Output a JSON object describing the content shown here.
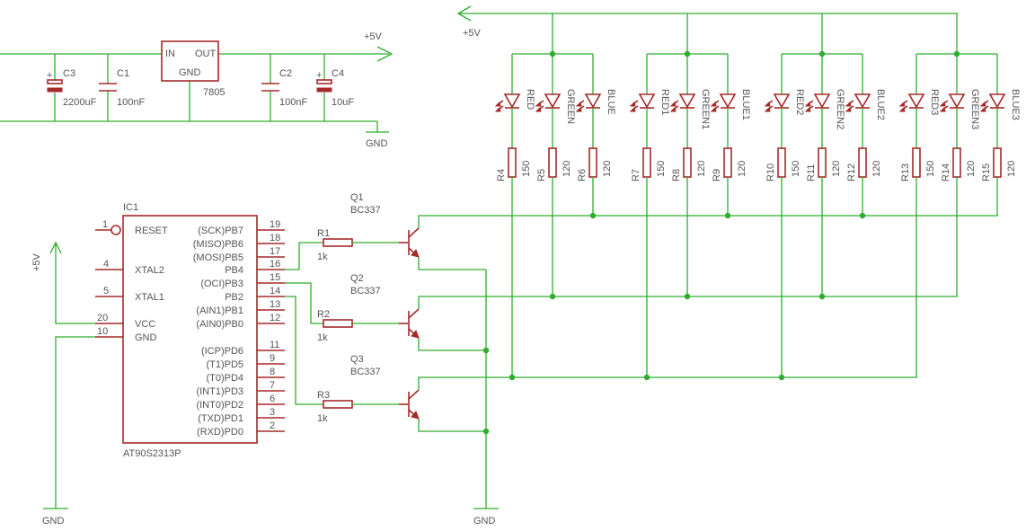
{
  "supply": {
    "reg": "7805",
    "reg_in": "IN",
    "reg_out": "OUT",
    "reg_gnd": "GND",
    "plus5v": "+5V",
    "gnd": "GND",
    "c3": "C3",
    "c3v": "2200uF",
    "c1": "C1",
    "c1v": "100nF",
    "c2": "C2",
    "c2v": "100nF",
    "c4": "C4",
    "c4v": "10uF"
  },
  "ic": {
    "name": "IC1",
    "part": "AT90S2313P",
    "left_pins": [
      {
        "num": "1",
        "name": "RESET"
      },
      {
        "num": "4",
        "name": "XTAL2"
      },
      {
        "num": "5",
        "name": "XTAL1"
      },
      {
        "num": "20",
        "name": "VCC"
      },
      {
        "num": "10",
        "name": "GND"
      }
    ],
    "right_pins": [
      {
        "num": "19",
        "name": "(SCK)PB7"
      },
      {
        "num": "18",
        "name": "(MISO)PB6"
      },
      {
        "num": "17",
        "name": "(MOSI)PB5"
      },
      {
        "num": "16",
        "name": "PB4"
      },
      {
        "num": "15",
        "name": "(OCI)PB3"
      },
      {
        "num": "14",
        "name": "PB2"
      },
      {
        "num": "13",
        "name": "(AIN1)PB1"
      },
      {
        "num": "12",
        "name": "(AIN0)PB0"
      },
      {
        "num": "11",
        "name": "(ICP)PD6"
      },
      {
        "num": "9",
        "name": "(T1)PD5"
      },
      {
        "num": "8",
        "name": "(T0)PD4"
      },
      {
        "num": "7",
        "name": "(INT1)PD3"
      },
      {
        "num": "6",
        "name": "(INT0)PD2"
      },
      {
        "num": "3",
        "name": "(TXD)PD1"
      },
      {
        "num": "2",
        "name": "(RXD)PD0"
      }
    ],
    "vcc_label": "+5V",
    "gnd_label": "GND"
  },
  "drivers": [
    {
      "q": "Q1",
      "qpart": "BC337",
      "r": "R1",
      "rv": "1k"
    },
    {
      "q": "Q2",
      "qpart": "BC337",
      "r": "R2",
      "rv": "1k"
    },
    {
      "q": "Q3",
      "qpart": "BC337",
      "r": "R3",
      "rv": "1k"
    }
  ],
  "driver_gnd": "GND",
  "led_supply": "+5V",
  "groups": [
    {
      "leds": [
        "RED",
        "GREEN",
        "BLUE"
      ],
      "res": [
        "R4",
        "R5",
        "R6"
      ],
      "vals": [
        "150",
        "120",
        "120"
      ]
    },
    {
      "leds": [
        "RED1",
        "GREEN1",
        "BLUE1"
      ],
      "res": [
        "R7",
        "R8",
        "R9"
      ],
      "vals": [
        "150",
        "120",
        "120"
      ]
    },
    {
      "leds": [
        "RED2",
        "GREEN2",
        "BLUE2"
      ],
      "res": [
        "R10",
        "R11",
        "R12"
      ],
      "vals": [
        "150",
        "120",
        "120"
      ]
    },
    {
      "leds": [
        "RED3",
        "GREEN3",
        "BLUE3"
      ],
      "res": [
        "R13",
        "R14",
        "R15"
      ],
      "vals": [
        "150",
        "120",
        "120"
      ]
    }
  ]
}
